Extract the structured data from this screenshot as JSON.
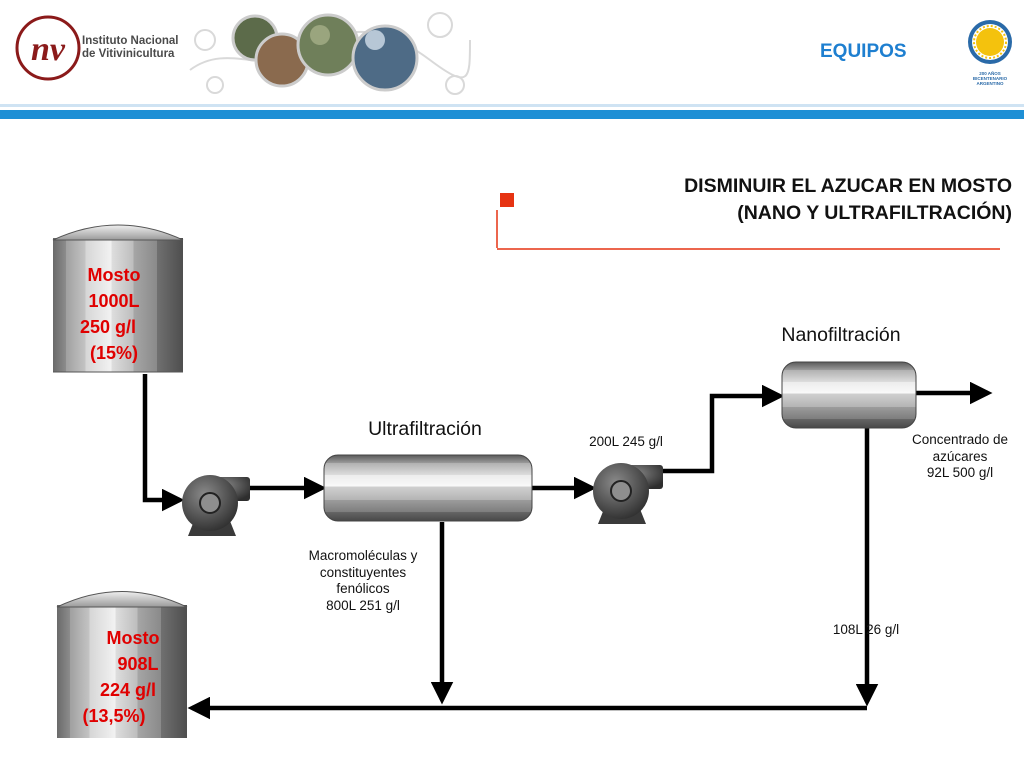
{
  "header": {
    "logo_mark": "nv",
    "org_line1": "Instituto Nacional",
    "org_line2": "de Vitivinicultura",
    "section_title": "EQUIPOS",
    "bicentenario_line1": "200 AÑOS",
    "bicentenario_line2": "BICENTENARIO",
    "bicentenario_line3": "ARGENTINO"
  },
  "title": {
    "line1": "DISMINUIR EL AZUCAR EN MOSTO",
    "line2": "(NANO Y ULTRAFILTRACIÓN)"
  },
  "tanks": {
    "top": {
      "line1": "Mosto",
      "line2": "1000L",
      "line3": "250 g/l",
      "line4": "(15%)"
    },
    "bottom": {
      "line1": "Mosto",
      "line2": "908L",
      "line3": "224 g/l",
      "line4": "(13,5%)"
    }
  },
  "units": {
    "ultra": "Ultrafiltración",
    "nano": "Nanofiltración"
  },
  "flows": {
    "mid": "200L  245 g/l",
    "retentate_line1": "Macromoléculas y",
    "retentate_line2": "constituyentes",
    "retentate_line3": "fenólicos",
    "retentate_line4": "800L  251 g/l",
    "concentrate_line1": "Concentrado de",
    "concentrate_line2": "azúcares",
    "concentrate_line3": "92L  500 g/l",
    "permeate": "108L  26 g/l"
  },
  "colors": {
    "accent_blue": "#1e8fd5",
    "accent_red": "#e63312",
    "tank_label_red": "#e00000"
  }
}
